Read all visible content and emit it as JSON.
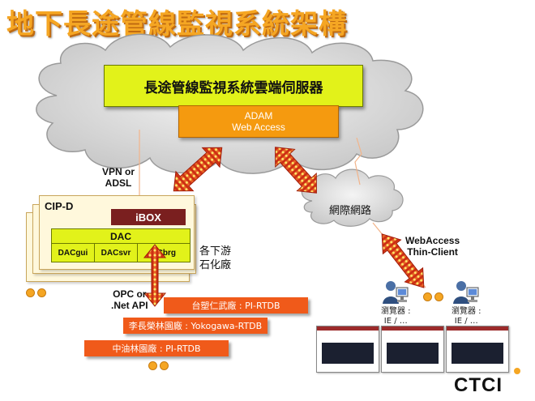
{
  "title": "地下長途管線監視系統架構",
  "cloud_server": {
    "label": "長途管線監視系統雲端伺服器",
    "adam_line1": "ADAM",
    "adam_line2": "Web Access"
  },
  "vpn_label_line1": "VPN or",
  "vpn_label_line2": "ADSL",
  "internet_label": "網際網路",
  "cip": {
    "title": "CIP-D",
    "ibox": "iBOX",
    "dac": "DAC",
    "dacgui": "DACgui",
    "dacsvr": "DACsvr",
    "pcbrg": "PCbrg"
  },
  "downstream_line1": "各下游",
  "downstream_line2": "石化廠",
  "opc_line1": "OPC or",
  "opc_line2": ".Net API",
  "plants": [
    "台塑仁武廠 : PI-RTDB",
    "李長榮林園廠 : Yokogawa-RTDB",
    "中油林園廠 : PI-RTDB"
  ],
  "webaccess_line1": "WebAccess",
  "webaccess_line2": "Thin-Client",
  "browser_line1": "瀏覽器 :",
  "browser_line2": "IE / …",
  "brand": "CTCI",
  "colors": {
    "title": "#f5a623",
    "server": "#e2f21a",
    "adam": "#f59a0f",
    "ibox": "#7a1f1f",
    "plant": "#f05a1a",
    "cloud": "#e6e6e6"
  },
  "icons": [
    "cloud-icon",
    "user-pc-icon",
    "lightning-icon",
    "arrow-icon"
  ]
}
